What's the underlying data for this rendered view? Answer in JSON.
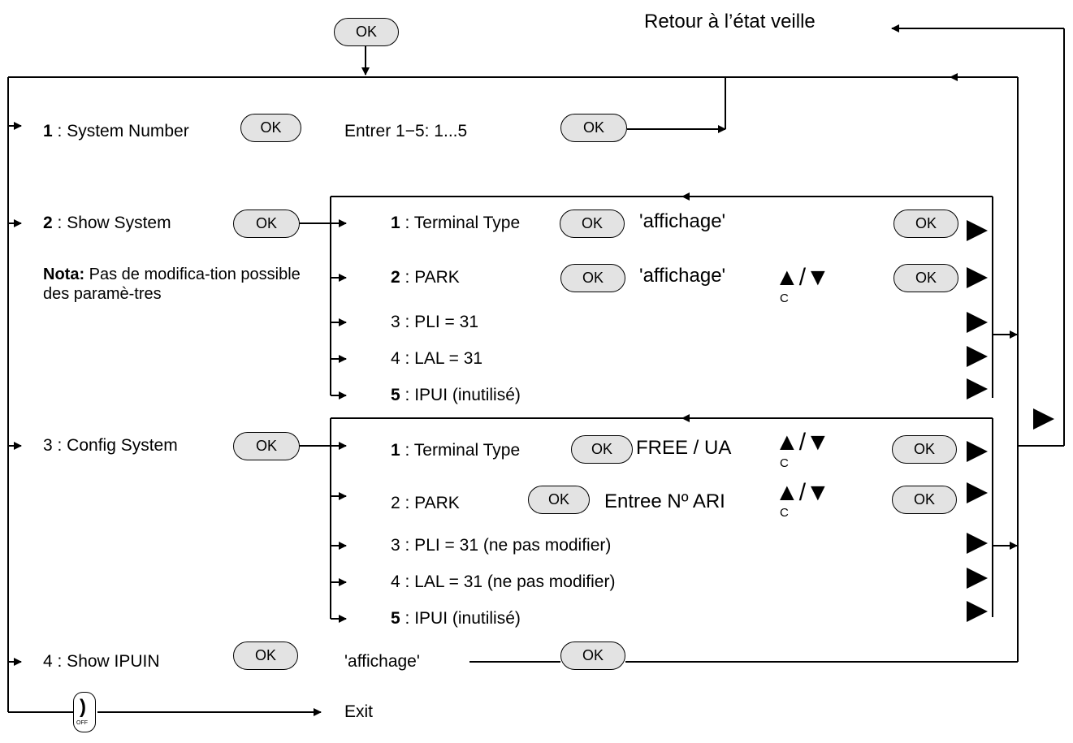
{
  "ok_label": "OK",
  "retour": "Retour à l’état veille",
  "menu1": {
    "num": "1",
    "label": " : System Number",
    "entry": "Entrer 1−5: 1...5"
  },
  "menu2": {
    "num": "2",
    "label": "  :  Show  System",
    "note_bold": "Nota:",
    "note_text": " Pas de modifica-tion possible des paramè-tres"
  },
  "sub2": [
    {
      "num": "1",
      "label": " : Terminal Type",
      "value": "'affichage'"
    },
    {
      "num": "2",
      "label": " : PARK",
      "value": "'affichage'"
    },
    {
      "num": "",
      "label": "3 : PLI = 31",
      "value": ""
    },
    {
      "num": "",
      "label": "4 : LAL = 31",
      "value": ""
    },
    {
      "num": "5",
      "label": " : IPUI  (inutilisé)",
      "value": ""
    }
  ],
  "menu3": {
    "label": "3  :  Config  System"
  },
  "sub3": [
    {
      "num": "1",
      "label": " : Terminal Type",
      "value": "FREE / UA"
    },
    {
      "num": "",
      "label": "2 : PARK",
      "value": "Entree Nº ARI"
    },
    {
      "num": "",
      "label": "3 : PLI = 31 (ne pas modifier)",
      "value": ""
    },
    {
      "num": "",
      "label": "4 : LAL = 31 (ne pas modifier)",
      "value": ""
    },
    {
      "num": "5",
      "label": " : IPUI  (inutilisé)",
      "value": ""
    }
  ],
  "menu4": {
    "label": "4 : Show IPUIN",
    "value": "'affichage'"
  },
  "exit_label": "Exit",
  "updown_symbol": "▲/▼",
  "c_label": "C",
  "phone_off_label": "OFF",
  "phone_icon": "handset-off-icon"
}
